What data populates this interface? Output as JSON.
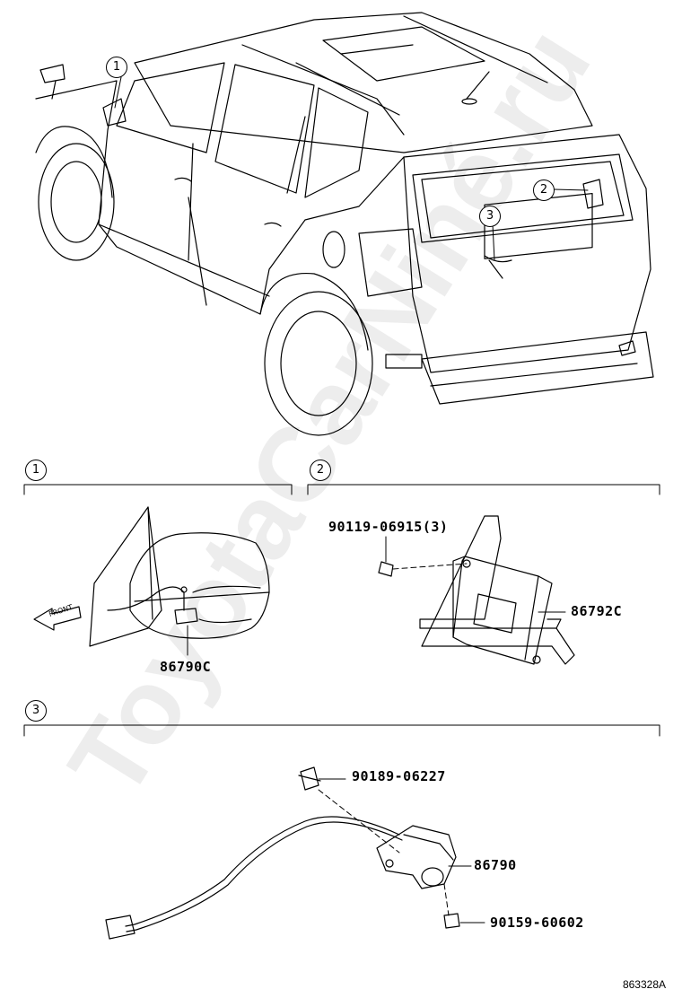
{
  "watermark": "ToyotaCarNiné.ru",
  "diagram_id": "863328A",
  "callouts": {
    "c1": "1",
    "c2": "2",
    "c3": "3"
  },
  "sections": [
    {
      "number": "1",
      "parts": [
        "86790C"
      ]
    },
    {
      "number": "2",
      "parts": [
        "90119-06915(3)",
        "86792C"
      ]
    },
    {
      "number": "3",
      "parts": [
        "90189-06227",
        "86790",
        "90159-60602"
      ]
    }
  ],
  "front_label": "FRONT",
  "colors": {
    "line": "#000000",
    "watermark": "#bdbdbd"
  }
}
